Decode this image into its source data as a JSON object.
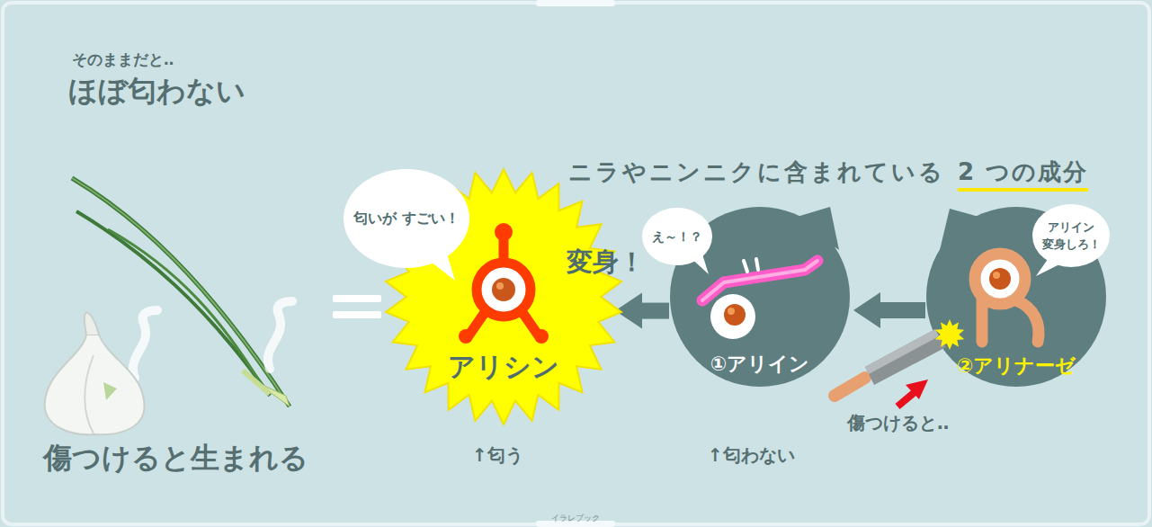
{
  "diagram": {
    "nodes": [
      {
        "text": [
          "匂いが すごい！"
        ]
      },
      {
        "text": [
          "アリシン"
        ]
      },
      {
        "text": [
          "え～！？"
        ]
      },
      {
        "text": [
          "①アリイン"
        ]
      },
      {
        "text": [
          "②アリナーゼ"
        ]
      },
      {
        "text": [
          "アリイン 変身しろ！"
        ],
        "in": 4
      }
    ],
    "edges": [
      {
        "from": 4,
        "to": 3,
        "arrow": "to"
      },
      {
        "from": 3,
        "to": 1,
        "arrow": "to",
        "label": "変身！"
      }
    ],
    "labels": [
      "そのままだと‥",
      "ほぼ匂わない",
      "傷つけると生まれる",
      "ニラやニンニクに含まれている",
      "2 つの成分",
      "↑匂う",
      "↑匂わない",
      "傷つけると‥",
      "イラレブック"
    ]
  }
}
